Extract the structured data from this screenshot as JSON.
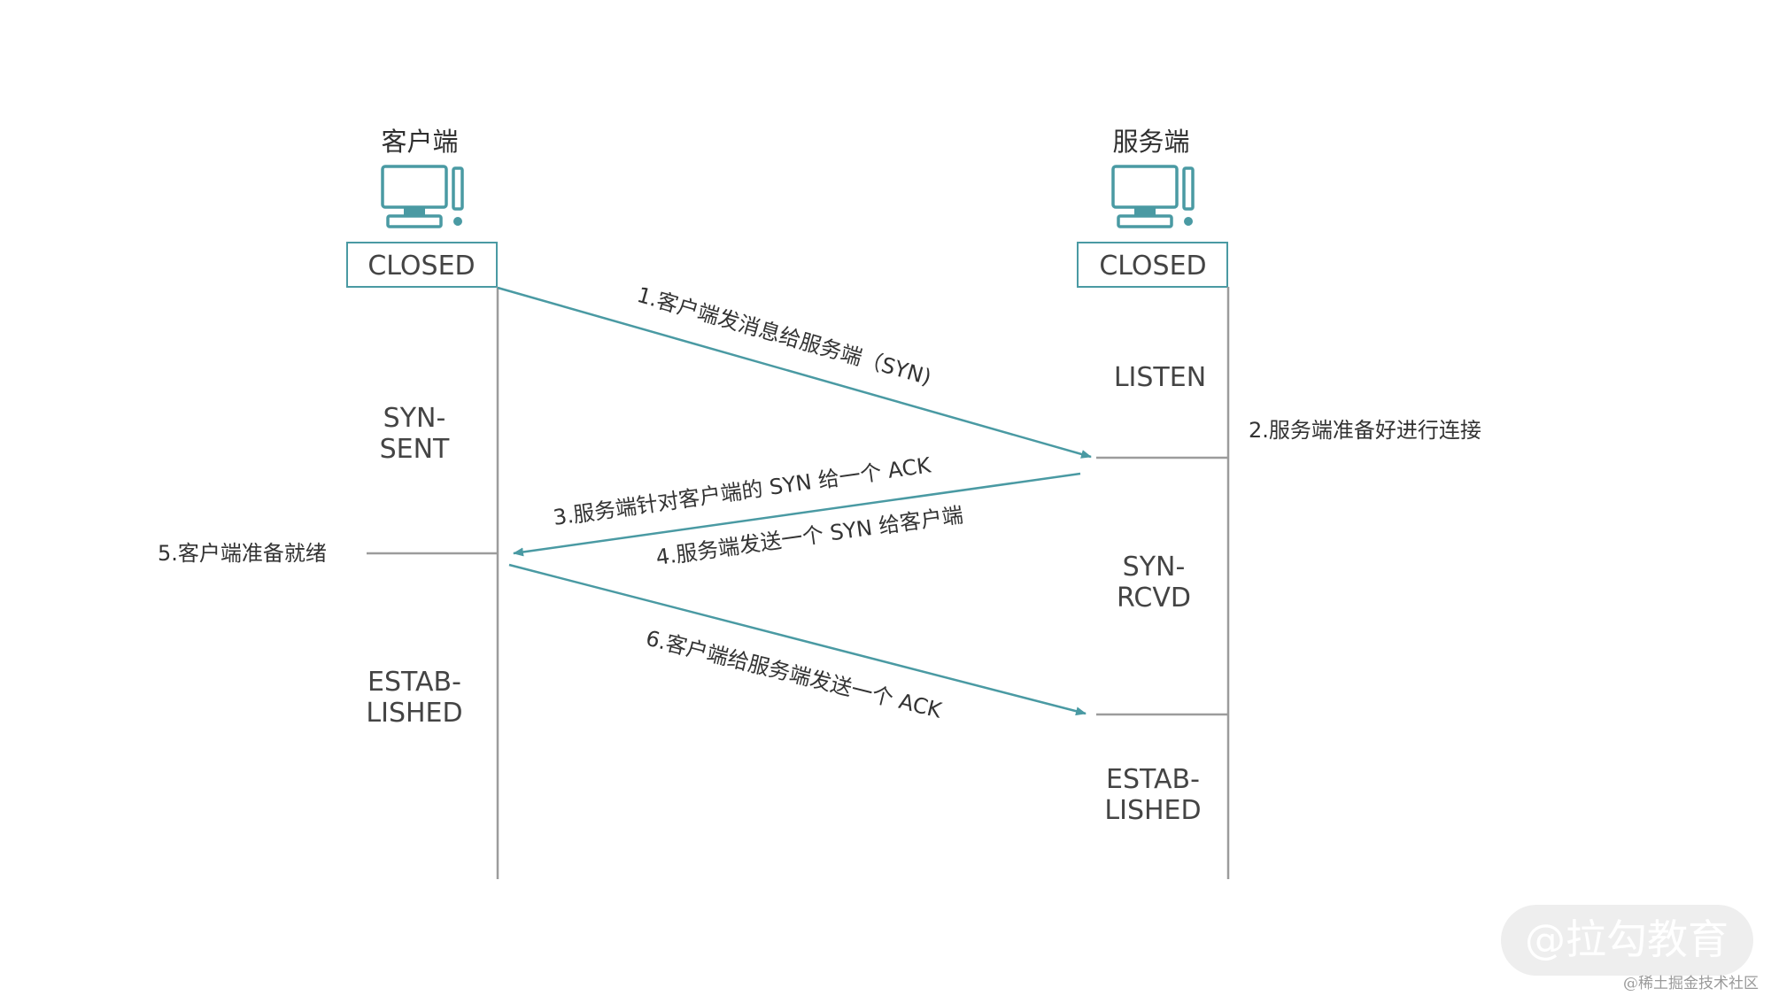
{
  "client": {
    "title": "客户端",
    "initial_state": "CLOSED",
    "states": [
      [
        "SYN-",
        "SENT"
      ],
      [
        "ESTAB-",
        "LISHED"
      ]
    ],
    "note": "5.客户端准备就绪"
  },
  "server": {
    "title": "服务端",
    "initial_state": "CLOSED",
    "states": [
      [
        "LISTEN"
      ],
      [
        "SYN-",
        "RCVD"
      ],
      [
        "ESTAB-",
        "LISHED"
      ]
    ],
    "note": "2.服务端准备好进行连接"
  },
  "messages": [
    "1.客户端发消息给服务端（SYN)",
    "3.服务端针对客户端的 SYN 给一个 ACK",
    "4.服务端发送一个 SYN 给客户端",
    "6.客户端给服务端发送一个 ACK"
  ],
  "watermark": {
    "text": "@拉勾教育",
    "footer": "@稀土掘金技术社区"
  },
  "colors": {
    "accent": "#4a9aa3",
    "lifeline": "#9c9c9c",
    "text": "#333333"
  },
  "icons": {
    "client": "computer-icon",
    "server": "computer-icon"
  }
}
